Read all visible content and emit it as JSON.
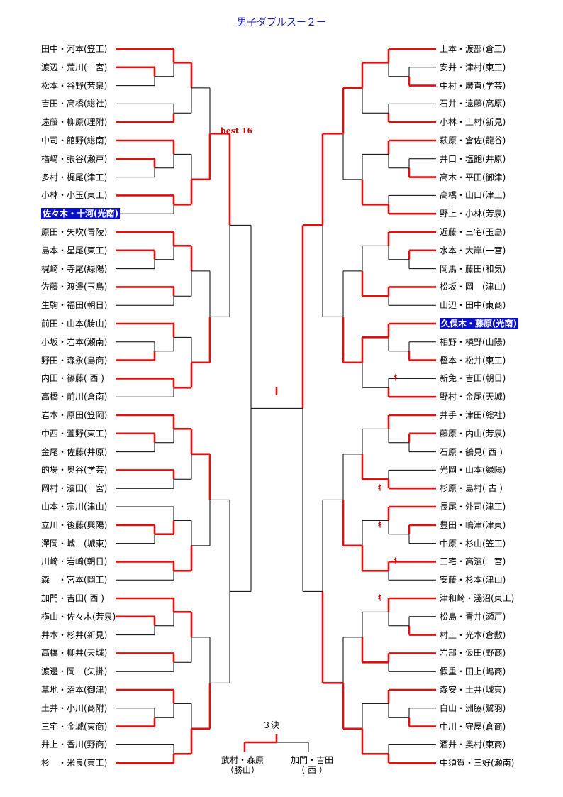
{
  "title": "男子ダブルスー２ー",
  "best_label": "best 16",
  "third_place": {
    "label": "３決",
    "left_players": "武村・森原",
    "left_school": "（勝山）",
    "right_players": "加門・吉田",
    "right_school": "（ 西 ）"
  },
  "mark_glyph": "ｷ",
  "colors": {
    "winner_line": "#e01010",
    "loser_line": "#000000",
    "highlight_bg": "#0a10c8",
    "title_color": "#1a1ab0"
  },
  "left_entries": [
    {
      "name": "田中・河本(笠工)"
    },
    {
      "name": "渡辺・荒川(一宮)"
    },
    {
      "name": "松本・谷野(芳泉)"
    },
    {
      "name": "吉田・高橋(総社)"
    },
    {
      "name": "遠藤・柳原(理附)"
    },
    {
      "name": "中司・館野(総南)"
    },
    {
      "name": "楢﨑・張谷(瀬戸)"
    },
    {
      "name": "多村・梶尾(津工)"
    },
    {
      "name": "小林・小玉(東工)"
    },
    {
      "name": "佐々木・十河(光南)",
      "highlight": true
    },
    {
      "name": "原田・矢吹(青陵)"
    },
    {
      "name": "島本・星尾(東工)"
    },
    {
      "name": "梶崎・寺尾(緑陽)"
    },
    {
      "name": "佐藤・渡邉(玉島)"
    },
    {
      "name": "生駒・福田(朝日)"
    },
    {
      "name": "前田・山本(勝山)"
    },
    {
      "name": "小坂・岩本(瀬南)"
    },
    {
      "name": "野田・森永(島商)"
    },
    {
      "name": "内田・篠藤( 西 )"
    },
    {
      "name": "高橋・前川(倉南)"
    },
    {
      "name": "岩本・原田(笠岡)"
    },
    {
      "name": "中西・萱野(東工)"
    },
    {
      "name": "金尾・佐藤(井原)"
    },
    {
      "name": "的場・奥谷(学芸)"
    },
    {
      "name": "岡村・濱田(一宮)"
    },
    {
      "name": "山本・宗川(津山)"
    },
    {
      "name": "立川・後藤(興陽)"
    },
    {
      "name": "澤岡・城　(城東)"
    },
    {
      "name": "川崎・岩崎(朝日)"
    },
    {
      "name": "森　・宮本(岡工)"
    },
    {
      "name": "加門・吉田( 西 )"
    },
    {
      "name": "横山・佐々木(芳泉)"
    },
    {
      "name": "井本・杉井(新見)"
    },
    {
      "name": "高橋・柳井(天城)"
    },
    {
      "name": "渡邊・岡　(矢掛)"
    },
    {
      "name": "草地・沼本(御津)"
    },
    {
      "name": "土井・小川(商附)"
    },
    {
      "name": "三宅・金城(東商)"
    },
    {
      "name": "井上・香川(野商)"
    },
    {
      "name": "杉　・米良(東工)"
    }
  ],
  "right_entries": [
    {
      "name": "上本・渡部(倉工)"
    },
    {
      "name": "安井・津村(東工)"
    },
    {
      "name": "中村・廣直(学芸)"
    },
    {
      "name": "石井・遠藤(高原)"
    },
    {
      "name": "小林・上村(新見)"
    },
    {
      "name": "萩原・倉佐(龍谷)"
    },
    {
      "name": "井口・塩飽(井原)"
    },
    {
      "name": "高木・平田(御津)"
    },
    {
      "name": "高橋・山口(津工)"
    },
    {
      "name": "野上・小林(芳泉)"
    },
    {
      "name": "近藤・三宅(玉島)"
    },
    {
      "name": "水本・大岸(一宮)"
    },
    {
      "name": "岡馬・藤田(和気)"
    },
    {
      "name": "松坂・岡　(津山)"
    },
    {
      "name": "山辺・田中(東商)"
    },
    {
      "name": "久保木・藤原(光南)",
      "highlight": true
    },
    {
      "name": "相野・槇野(山陽)"
    },
    {
      "name": "樫本・松井(東工)"
    },
    {
      "name": "新免・吉田(朝日)"
    },
    {
      "name": "野村・金尾(天城)"
    },
    {
      "name": "井手・津田(総社)"
    },
    {
      "name": "藤原・内山(芳泉)"
    },
    {
      "name": "石原・鶴見( 西 )"
    },
    {
      "name": "光岡・山本(緑陽)"
    },
    {
      "name": "杉原・島村( 古 )"
    },
    {
      "name": "長尾・外司(津工)"
    },
    {
      "name": "豊田・嶋津(津東)"
    },
    {
      "name": "中原・杉山(笠工)"
    },
    {
      "name": "三宅・高濱(一宮)"
    },
    {
      "name": "安藤・杉本(津山)"
    },
    {
      "name": "津和崎・淺沼(東工)"
    },
    {
      "name": "松島・青井(瀬戸)"
    },
    {
      "name": "村上・光本(倉敷)"
    },
    {
      "name": "岩部・仮田(野商)"
    },
    {
      "name": "假重・田上(嶋商)"
    },
    {
      "name": "森安・土井(城東)"
    },
    {
      "name": "白山・洲脇(鷺羽)"
    },
    {
      "name": "中川・守屋(倉商)"
    },
    {
      "name": "酒井・奥村(東商)"
    },
    {
      "name": "中須賀・三好(瀬南)"
    }
  ]
}
